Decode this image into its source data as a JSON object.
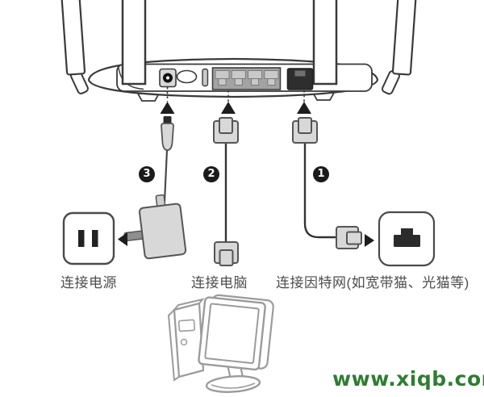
{
  "diagram": {
    "captions": [
      {
        "id": "connect-power",
        "text": "连接电源"
      },
      {
        "id": "connect-computer",
        "text": "连接电脑"
      },
      {
        "id": "connect-internet",
        "text": "连接因特网(如宽带猫、光猫等)"
      }
    ],
    "steps": [
      "1",
      "2",
      "3"
    ],
    "watermark": "www.xiqb.com",
    "icons": {
      "up_arrow": "▲",
      "left_arrow": "◀",
      "right_arrow": "▶"
    },
    "colors": {
      "outline": "#3a3a3a",
      "connector_gray": "#d8d8d8",
      "lan_block_gray": "#a3a3a3",
      "dark_port": "#2e2e2e",
      "computer_line_gray": "#9b9b9b",
      "label_text": "#4d4d4d",
      "watermark_green": "#2e7d31"
    }
  }
}
